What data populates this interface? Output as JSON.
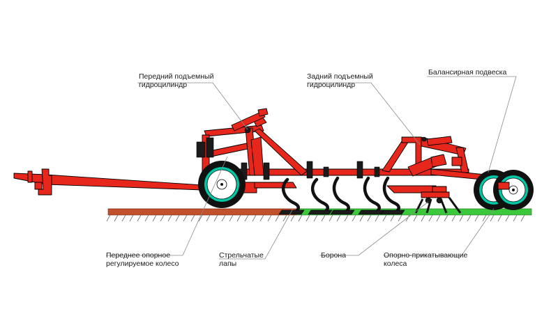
{
  "labels": {
    "front_cylinder": [
      "Передний подъемный",
      "гидроцилиндр"
    ],
    "rear_cylinder": [
      "Задний подъемный",
      "гидроцилиндр"
    ],
    "balance_suspension": [
      "Балансирная подвеска"
    ],
    "front_wheel": [
      "Переднее опорное",
      "регулируемое колесо"
    ],
    "sweeps": [
      "Стрельчатые",
      "лапы"
    ],
    "harrow": [
      "Борона"
    ],
    "packer_wheels": [
      "Опорно-прикатывающие",
      "колеса"
    ]
  },
  "colors": {
    "frame": "#e8271c",
    "soil_tilled": "#c2502b",
    "soil_untilled": "#3cc83c",
    "wheel_rim": "#00c7a5",
    "outline": "#000000",
    "leader": "#8a8a8a"
  }
}
